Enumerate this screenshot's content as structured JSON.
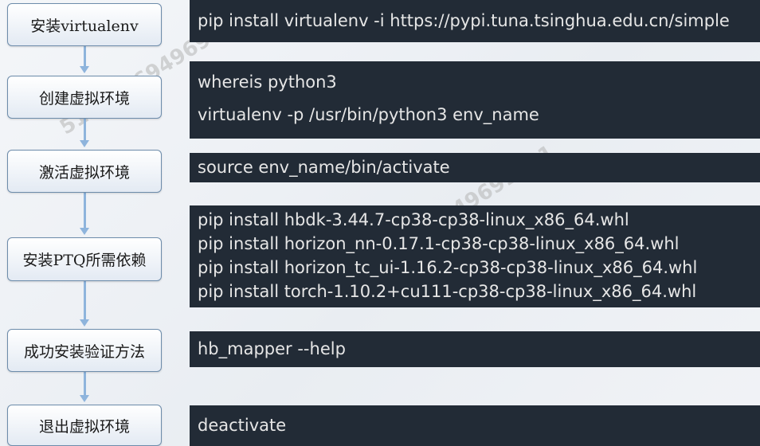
{
  "steps": [
    {
      "label": "安装virtualenv"
    },
    {
      "label": "创建虚拟环境"
    },
    {
      "label": "激活虚拟环境"
    },
    {
      "label": "安装PTQ所需依赖"
    },
    {
      "label": "成功安装验证方法"
    },
    {
      "label": "退出虚拟环境"
    }
  ],
  "commands": {
    "install_virtualenv": [
      "pip install virtualenv -i https://pypi.tuna.tsinghua.edu.cn/simple"
    ],
    "create_env": [
      "whereis python3",
      "virtualenv -p /usr/bin/python3 env_name"
    ],
    "activate_env": [
      "source env_name/bin/activate"
    ],
    "install_deps": [
      "pip install hbdk-3.44.7-cp38-cp38-linux_x86_64.whl",
      "pip install horizon_nn-0.17.1-cp38-cp38-linux_x86_64.whl",
      "pip install horizon_tc_ui-1.16.2-cp38-cp38-linux_x86_64.whl",
      "pip install torch-1.10.2+cu111-cp38-cp38-linux_x86_64.whl"
    ],
    "verify": [
      "hb_mapper --help"
    ],
    "deactivate": [
      "deactivate"
    ]
  },
  "watermark": {
    "text": "5121866949691801"
  }
}
